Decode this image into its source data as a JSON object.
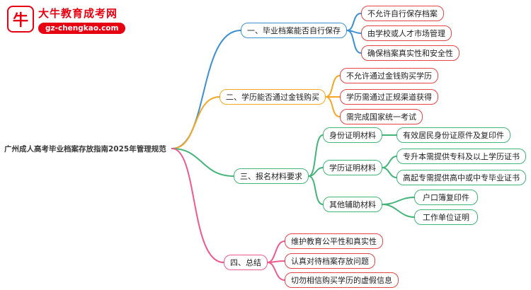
{
  "site": {
    "logo_icon": "牛",
    "logo_title": "大牛教育成考网",
    "logo_domain": "gz-chengkao.com"
  },
  "colors": {
    "brand_red": "#e60012",
    "branch_blue": "#3d8fd1",
    "branch_orange": "#f5a623",
    "branch_green": "#43b578",
    "branch_pink": "#ef5a8e",
    "leaf_red": "#e54545"
  },
  "root": {
    "label": "广州成人高考毕业档案存放指南2025年管理规范"
  },
  "branches": [
    {
      "label": "一、毕业档案能否自行保存",
      "color": "#3d8fd1",
      "children": [
        {
          "label": "不允许自行保存档案"
        },
        {
          "label": "由学校或人才市场管理"
        },
        {
          "label": "确保档案真实性和安全性"
        }
      ]
    },
    {
      "label": "二、学历能否通过金钱购买",
      "color": "#f5a623",
      "children": [
        {
          "label": "不允许通过金钱购买学历"
        },
        {
          "label": "学历需通过正规渠道获得"
        },
        {
          "label": "需完成国家统一考试"
        }
      ]
    },
    {
      "label": "三、报名材料要求",
      "color": "#43b578",
      "children": [
        {
          "label": "身份证明材料",
          "children": [
            {
              "label": "有效居民身份证原件及复印件"
            }
          ]
        },
        {
          "label": "学历证明材料",
          "children": [
            {
              "label": "专升本需提供专科及以上学历证书"
            },
            {
              "label": "高起专需提供高中或中专毕业证书"
            }
          ]
        },
        {
          "label": "其他辅助材料",
          "children": [
            {
              "label": "户口簿复印件"
            },
            {
              "label": "工作单位证明"
            }
          ]
        }
      ]
    },
    {
      "label": "四、总结",
      "color": "#ef5a8e",
      "children": [
        {
          "label": "维护教育公平性和真实性"
        },
        {
          "label": "认真对待档案存放问题"
        },
        {
          "label": "切勿相信购买学历的虚假信息"
        }
      ]
    }
  ]
}
